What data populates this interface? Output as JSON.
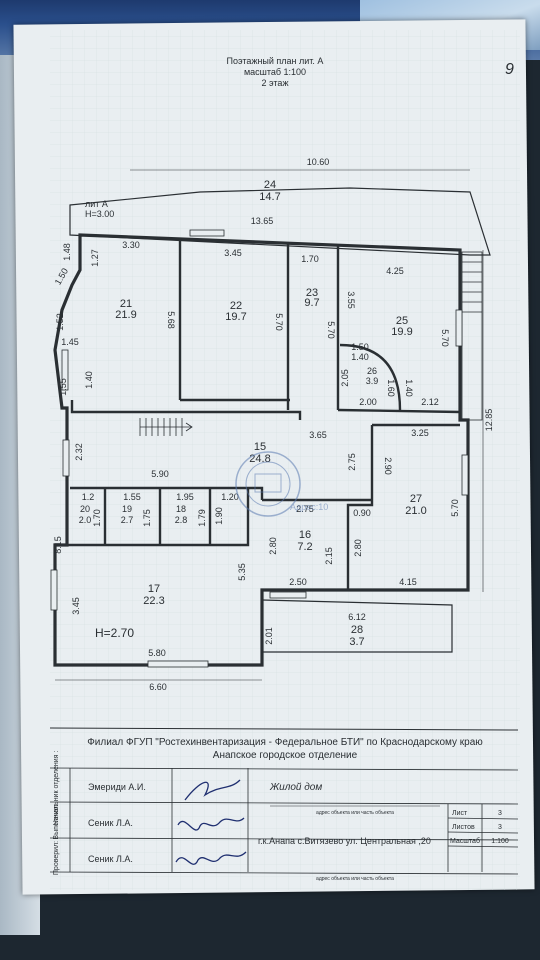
{
  "page_number": "9",
  "header": {
    "line1": "Поэтажный план лит. А",
    "line2": "масштаб 1:100",
    "line3": "2 этаж"
  },
  "lit": {
    "label": "лит А",
    "height": "H=3.00"
  },
  "rooms": [
    {
      "id": "room-24",
      "num": "24",
      "area": "14.7"
    },
    {
      "id": "room-21",
      "num": "21",
      "area": "21.9"
    },
    {
      "id": "room-22",
      "num": "22",
      "area": "19.7"
    },
    {
      "id": "room-23",
      "num": "23",
      "area": "9.7"
    },
    {
      "id": "room-25",
      "num": "25",
      "area": "19.9"
    },
    {
      "id": "room-26",
      "num": "26",
      "area": "3.9"
    },
    {
      "id": "room-15",
      "num": "15",
      "area": "24.8"
    },
    {
      "id": "room-27",
      "num": "27",
      "area": "21.0"
    },
    {
      "id": "room-20",
      "num": "20",
      "area": "2.0"
    },
    {
      "id": "room-19",
      "num": "19",
      "area": "2.7"
    },
    {
      "id": "room-18",
      "num": "18",
      "area": "2.8"
    },
    {
      "id": "room-16",
      "num": "16",
      "area": "7.2"
    },
    {
      "id": "room-17",
      "num": "17",
      "area": "22.3"
    },
    {
      "id": "room-28",
      "num": "28",
      "area": "3.7"
    }
  ],
  "dims": {
    "d1060": "10.60",
    "d1365": "13.65",
    "d330": "3.30",
    "d345": "3.45",
    "d170": "1.70",
    "d425": "4.25",
    "d568": "5.68",
    "d570a": "5.70",
    "d570b": "5.70",
    "d355": "3.55",
    "d570c": "5.70",
    "d150": "1.50",
    "d140a": "1.40",
    "d205": "2.05",
    "d160": "1.60",
    "d140b": "1.40",
    "d200": "2.00",
    "d212": "2.12",
    "d148": "1.48",
    "d127": "1.27",
    "d150b": "1.50",
    "d152": "1.52",
    "d145": "1.45",
    "d155": "1.55",
    "d140c": "1.40",
    "d365": "3.65",
    "d325": "3.25",
    "d1285": "12.85",
    "d232": "2.32",
    "d590": "5.90",
    "d275a": "2.75",
    "d290": "2.90",
    "d12": "1.2",
    "d155b": "1.55",
    "d195": "1.95",
    "d120": "1.20",
    "d170b": "1.70",
    "d175": "1.75",
    "d179": "1.79",
    "d190": "1.90",
    "d275b": "2.75",
    "d090": "0.90",
    "d570d": "5.70",
    "d815": "8.15",
    "d280a": "2.80",
    "d215": "2.15",
    "d280b": "2.80",
    "d345b": "3.45",
    "d535": "5.35",
    "d250": "2.50",
    "d415": "4.15",
    "d612": "6.12",
    "d201": "2.01",
    "h270": "H=2.70",
    "d580": "5.80",
    "d660": "6.60"
  },
  "stamp_watermark": "Адрес:10",
  "title_block": {
    "org_line1": "Филиал ФГУП \"Ростехинвентаризация - Федеральное БТИ\" по Краснодарскому краю",
    "org_line2": "Анапское городское отделение",
    "role1": "Начальник отделения :",
    "role2": "Выполнил:",
    "role3": "Проверил:",
    "name1": "Эмериди А.И.",
    "name2": "Сеник Л.А.",
    "name3": "Сеник Л.А.",
    "object": "Жилой дом",
    "object_caption": "адрес объекта или часть объекта",
    "address": "г.к.Анапа с.Витязево ул. Центральная ,20",
    "address_caption": "адрес объекта или часть объекта",
    "sheet_label": "Лист",
    "sheet_value": "3",
    "sheets_label": "Листов",
    "sheets_value": "3",
    "scale_label": "Масштаб",
    "scale_value": "1:100"
  },
  "colors": {
    "paper": "#e9eef1",
    "ink": "#2a2f33",
    "grid": "#c8d3d9"
  }
}
